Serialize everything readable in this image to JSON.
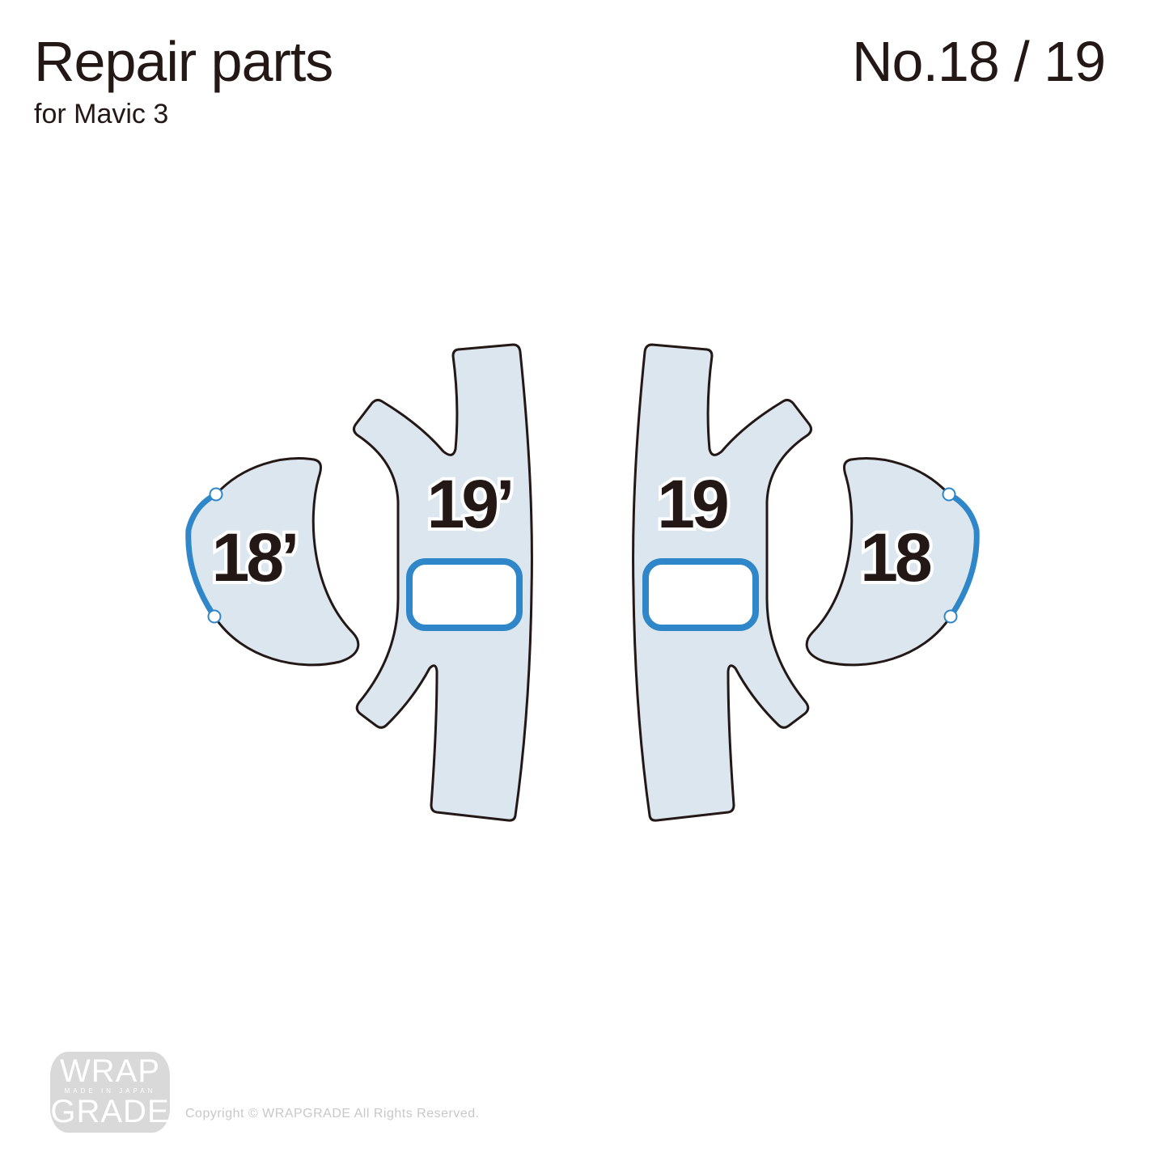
{
  "header": {
    "title": "Repair parts",
    "subtitle": "for Mavic 3",
    "part_number": "No.18 / 19"
  },
  "parts": [
    {
      "label": "18’"
    },
    {
      "label": "19’"
    },
    {
      "label": "19"
    },
    {
      "label": "18"
    }
  ],
  "colors": {
    "part_fill": "#dbe6ee",
    "outline": "#231815",
    "accent_blue": "#2f86c8"
  },
  "footer": {
    "logo": {
      "line1": "WRAP",
      "line2": "MADE IN JAPAN",
      "line3": "GRADE"
    },
    "copyright": "Copyright © WRAPGRADE All Rights Reserved."
  }
}
